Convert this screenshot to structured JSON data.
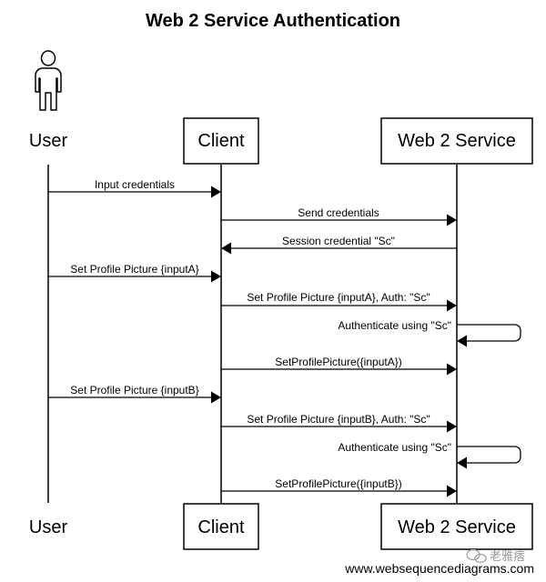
{
  "title": "Web 2 Service Authentication",
  "participants": {
    "user": "User",
    "client": "Client",
    "service": "Web 2 Service"
  },
  "messages": [
    {
      "label": "Input credentials",
      "from": "user",
      "to": "client"
    },
    {
      "label": "Send credentials",
      "from": "client",
      "to": "service"
    },
    {
      "label": "Session credential \"Sc\"",
      "from": "service",
      "to": "client"
    },
    {
      "label": "Set Profile Picture {inputA}",
      "from": "user",
      "to": "client"
    },
    {
      "label": "Set Profile Picture {inputA}, Auth: \"Sc\"",
      "from": "client",
      "to": "service"
    },
    {
      "label": "Authenticate using \"Sc\"",
      "from": "service",
      "to": "service"
    },
    {
      "label": "SetProfilePicture({inputA})",
      "from": "client",
      "to": "service"
    },
    {
      "label": "Set Profile Picture {inputB}",
      "from": "user",
      "to": "client"
    },
    {
      "label": "Set Profile Picture {inputB}, Auth: \"Sc\"",
      "from": "client",
      "to": "service"
    },
    {
      "label": "Authenticate using \"Sc\"",
      "from": "service",
      "to": "service"
    },
    {
      "label": "SetProfilePicture({inputB})",
      "from": "client",
      "to": "service"
    }
  ],
  "footer": "www.websequencediagrams.com",
  "watermark": "老雅痞",
  "colors": {
    "line": "#000000",
    "background": "#ffffff",
    "watermark": "#9a9a9a"
  }
}
